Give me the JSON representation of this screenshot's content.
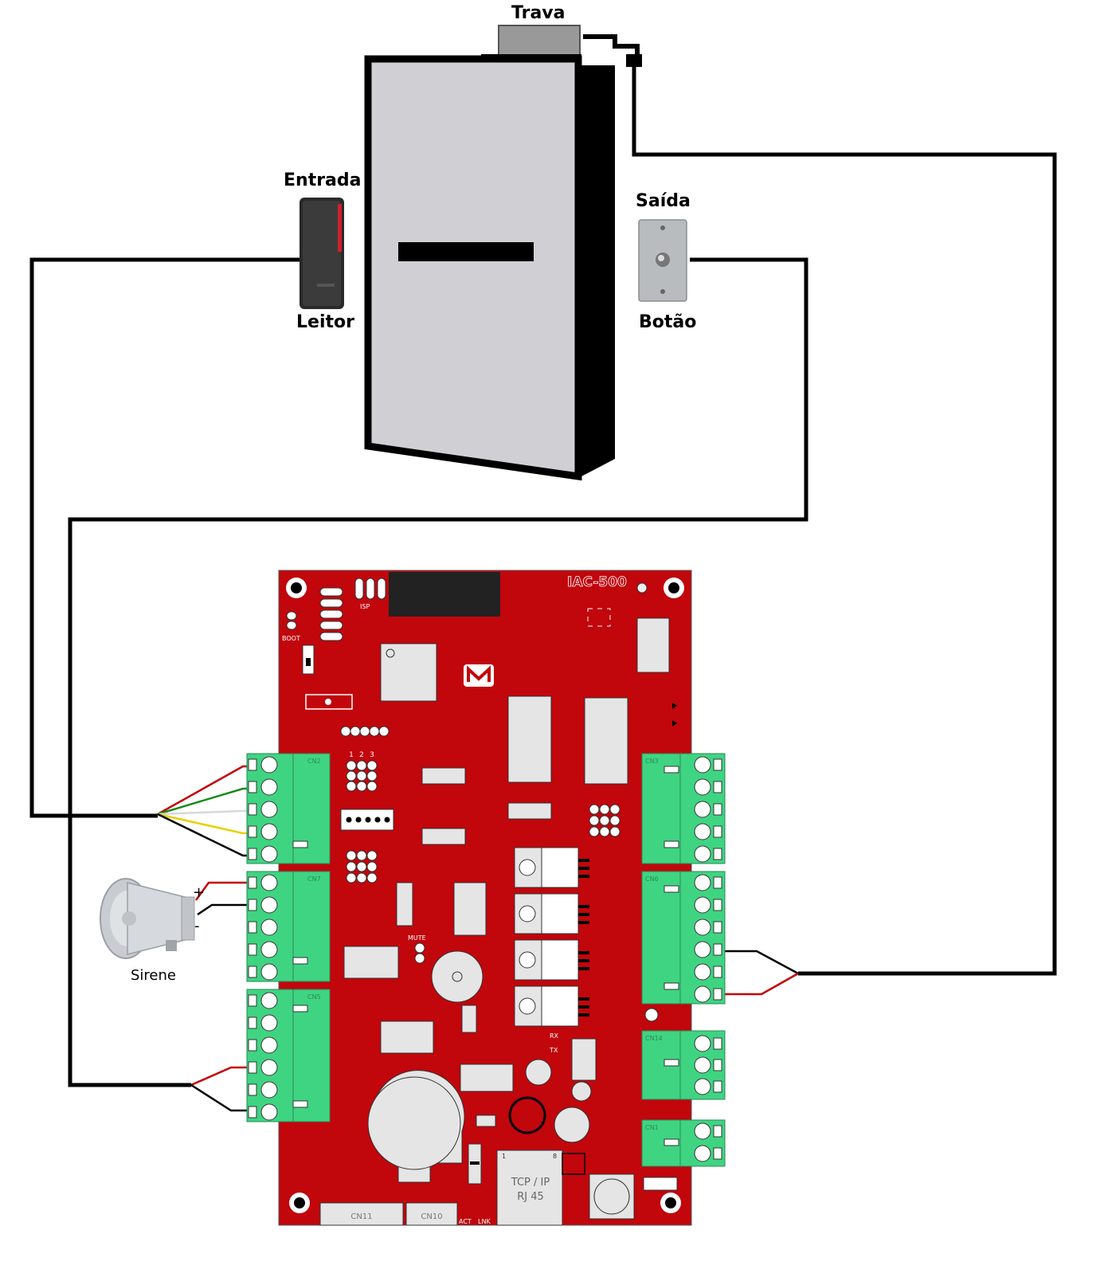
{
  "labels": {
    "lock": "Trava",
    "entry": "Entrada",
    "reader": "Leitor",
    "exit": "Saída",
    "button": "Botão",
    "siren": "Sirene"
  },
  "siren_polarity": {
    "plus": "+",
    "minus": "-"
  },
  "board": {
    "model": "IAC-500",
    "isp": "ISP",
    "boot": "BOOT",
    "mute": "MUTE",
    "rx": "RX",
    "tx": "TX",
    "jumper_numbers": [
      "1",
      "2",
      "3"
    ],
    "ethernet": {
      "line1": "TCP / IP",
      "line2": "RJ 45",
      "pin_first": "1",
      "pin_last": "8"
    },
    "leds": {
      "act": "ACT",
      "lnk": "LNK"
    },
    "connectors": {
      "cn2": "CN2",
      "cn7": "CN7",
      "cn5": "CN5",
      "cn3": "CN3",
      "cn6": "CN6",
      "cn14": "CN14",
      "cn1": "CN1",
      "cn11": "CN11",
      "cn10": "CN10"
    }
  },
  "colors": {
    "board": "#c1060c",
    "terminal": "#3fd482",
    "door": "#d0d0d4",
    "wire": "#000000",
    "wire_red": "#c40000",
    "wire_green": "#1a8a1a",
    "wire_yellow": "#e6d200",
    "wire_white": "#d8d8d8"
  }
}
